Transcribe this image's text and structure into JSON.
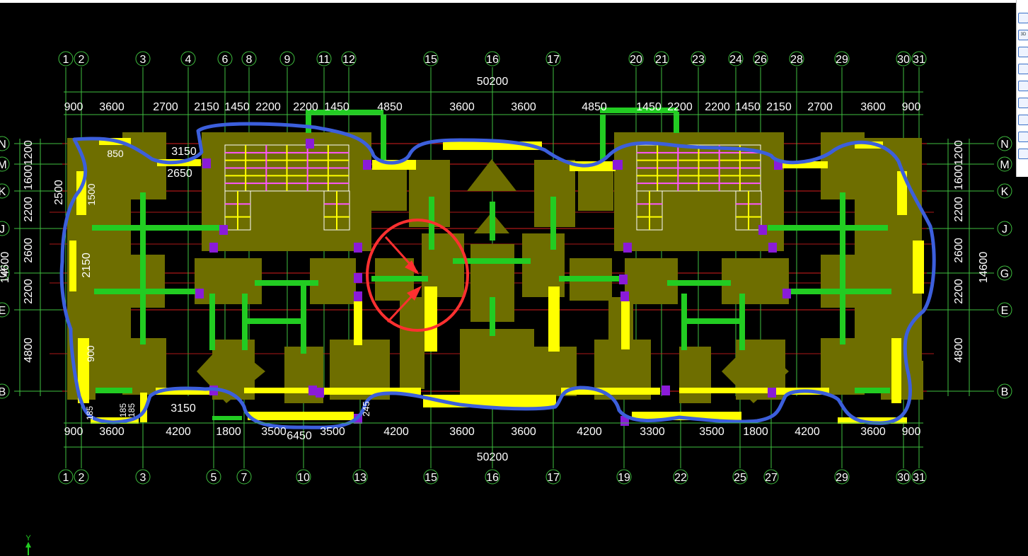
{
  "overall_dimension": "50200",
  "overall_height": "14600",
  "axes_top": [
    "1",
    "2",
    "3",
    "4",
    "6",
    "8",
    "9",
    "11",
    "12",
    "15",
    "16",
    "17",
    "20",
    "21",
    "23",
    "24",
    "26",
    "28",
    "29",
    "30",
    "31"
  ],
  "axes_bottom": [
    "1",
    "2",
    "3",
    "5",
    "7",
    "10",
    "13",
    "15",
    "16",
    "17",
    "19",
    "22",
    "25",
    "27",
    "29",
    "30",
    "31"
  ],
  "axes_left": [
    "N",
    "M",
    "K",
    "J",
    "G",
    "E",
    "B"
  ],
  "dims_top": [
    "900",
    "3600",
    "2700",
    "2150",
    "1450",
    "2200",
    "2200",
    "1450",
    "4850",
    "3600",
    "3600",
    "4850",
    "1450",
    "2200",
    "2200",
    "1450",
    "2150",
    "2700",
    "3600",
    "900"
  ],
  "dims_bottom": [
    "900",
    "3600",
    "4200",
    "1800",
    "3500",
    "3500",
    "4200",
    "3600",
    "3600",
    "4200",
    "3300",
    "3500",
    "1800",
    "4200",
    "3600",
    "900"
  ],
  "dims_left": [
    "1200",
    "1600",
    "2200",
    "2600",
    "2200",
    "4800"
  ],
  "annotations": [
    "850",
    "3150",
    "2650",
    "2500",
    "1500",
    "2150",
    "900",
    "3150",
    "6450",
    "245",
    "185",
    "185",
    "185"
  ],
  "left_stack_label": "14600",
  "ucs": {
    "label": "Y"
  },
  "toolbar": {
    "tools": [
      {
        "icon": "cloud-icon",
        "label": ""
      },
      {
        "icon": "3d-view-icon",
        "label": "3D"
      },
      {
        "icon": "box-icon",
        "label": ""
      },
      {
        "icon": "dropdown-arrow-icon",
        "label": ""
      },
      {
        "icon": "folder-icon",
        "label": ""
      },
      {
        "icon": "dropdown-arrow-icon",
        "label": ""
      },
      {
        "icon": "layer-icon",
        "label": ""
      },
      {
        "icon": "cube-icon",
        "label": ""
      },
      {
        "icon": "properties-icon",
        "label": ""
      }
    ]
  },
  "colors": {
    "background": "#000000",
    "axis_line": "#3fbf3f",
    "grid_red": "#d81e1e",
    "slab": "#6e6e00",
    "wall_green": "#22cc22",
    "wall_yellow": "#ffff00",
    "column_purple": "#8a1bd8",
    "boundary_blue": "#3c5fdc",
    "highlight_red": "#ff3030",
    "stair_pink": "#ff55ff",
    "text_white": "#ffffff"
  }
}
